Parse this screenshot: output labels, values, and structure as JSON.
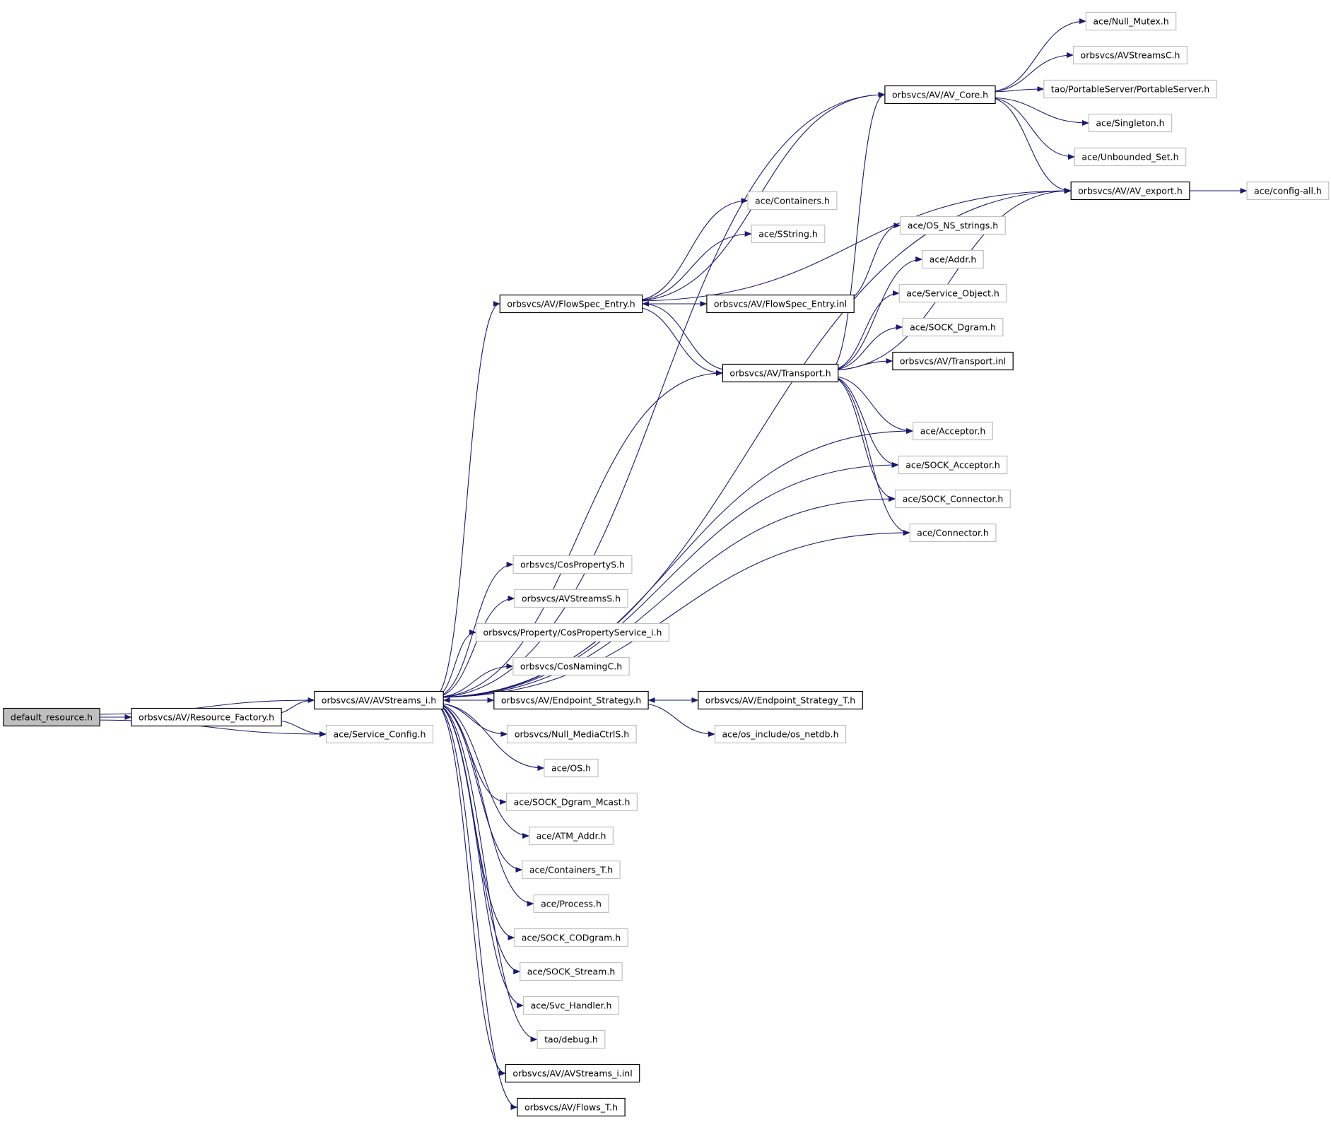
{
  "graph": {
    "nodes": [
      {
        "id": "default_resource",
        "label": "default_resource.h",
        "style": "root"
      },
      {
        "id": "resource_factory",
        "label": "orbsvcs/AV/Resource_Factory.h",
        "style": "internal"
      },
      {
        "id": "avstreams_i",
        "label": "orbsvcs/AV/AVStreams_i.h",
        "style": "internal"
      },
      {
        "id": "service_config",
        "label": "ace/Service_Config.h",
        "style": "external"
      },
      {
        "id": "av_core",
        "label": "orbsvcs/AV/AV_Core.h",
        "style": "internal"
      },
      {
        "id": "null_mutex",
        "label": "ace/Null_Mutex.h",
        "style": "external"
      },
      {
        "id": "avstreamsc",
        "label": "orbsvcs/AVStreamsC.h",
        "style": "external"
      },
      {
        "id": "portableserver",
        "label": "tao/PortableServer/PortableServer.h",
        "style": "external"
      },
      {
        "id": "singleton",
        "label": "ace/Singleton.h",
        "style": "external"
      },
      {
        "id": "unbounded_set",
        "label": "ace/Unbounded_Set.h",
        "style": "external"
      },
      {
        "id": "av_export",
        "label": "orbsvcs/AV/AV_export.h",
        "style": "internal"
      },
      {
        "id": "config_all",
        "label": "ace/config-all.h",
        "style": "external"
      },
      {
        "id": "containers",
        "label": "ace/Containers.h",
        "style": "external"
      },
      {
        "id": "sstring",
        "label": "ace/SString.h",
        "style": "external"
      },
      {
        "id": "os_ns_strings",
        "label": "ace/OS_NS_strings.h",
        "style": "external"
      },
      {
        "id": "addr",
        "label": "ace/Addr.h",
        "style": "external"
      },
      {
        "id": "flowspec_entry",
        "label": "orbsvcs/AV/FlowSpec_Entry.h",
        "style": "internal"
      },
      {
        "id": "flowspec_entry_inl",
        "label": "orbsvcs/AV/FlowSpec_Entry.inl",
        "style": "internal"
      },
      {
        "id": "service_object",
        "label": "ace/Service_Object.h",
        "style": "external"
      },
      {
        "id": "sock_dgram",
        "label": "ace/SOCK_Dgram.h",
        "style": "external"
      },
      {
        "id": "transport",
        "label": "orbsvcs/AV/Transport.h",
        "style": "internal"
      },
      {
        "id": "transport_inl",
        "label": "orbsvcs/AV/Transport.inl",
        "style": "internal"
      },
      {
        "id": "acceptor",
        "label": "ace/Acceptor.h",
        "style": "external"
      },
      {
        "id": "sock_acceptor",
        "label": "ace/SOCK_Acceptor.h",
        "style": "external"
      },
      {
        "id": "sock_connector",
        "label": "ace/SOCK_Connector.h",
        "style": "external"
      },
      {
        "id": "connector",
        "label": "ace/Connector.h",
        "style": "external"
      },
      {
        "id": "cospropertys",
        "label": "orbsvcs/CosPropertyS.h",
        "style": "external"
      },
      {
        "id": "avstreamss",
        "label": "orbsvcs/AVStreamsS.h",
        "style": "external"
      },
      {
        "id": "cospropertyservice_i",
        "label": "orbsvcs/Property/CosPropertyService_i.h",
        "style": "external"
      },
      {
        "id": "cosnamingc",
        "label": "orbsvcs/CosNamingC.h",
        "style": "external"
      },
      {
        "id": "endpoint_strategy",
        "label": "orbsvcs/AV/Endpoint_Strategy.h",
        "style": "internal"
      },
      {
        "id": "endpoint_strategy_t",
        "label": "orbsvcs/AV/Endpoint_Strategy_T.h",
        "style": "internal"
      },
      {
        "id": "null_mediactrls",
        "label": "orbsvcs/Null_MediaCtrlS.h",
        "style": "external"
      },
      {
        "id": "os_netdb",
        "label": "ace/os_include/os_netdb.h",
        "style": "external"
      },
      {
        "id": "os_h",
        "label": "ace/OS.h",
        "style": "external"
      },
      {
        "id": "sock_dgram_mcast",
        "label": "ace/SOCK_Dgram_Mcast.h",
        "style": "external"
      },
      {
        "id": "atm_addr",
        "label": "ace/ATM_Addr.h",
        "style": "external"
      },
      {
        "id": "containers_t",
        "label": "ace/Containers_T.h",
        "style": "external"
      },
      {
        "id": "process",
        "label": "ace/Process.h",
        "style": "external"
      },
      {
        "id": "sock_codgram",
        "label": "ace/SOCK_CODgram.h",
        "style": "external"
      },
      {
        "id": "sock_stream",
        "label": "ace/SOCK_Stream.h",
        "style": "external"
      },
      {
        "id": "svc_handler",
        "label": "ace/Svc_Handler.h",
        "style": "external"
      },
      {
        "id": "tao_debug",
        "label": "tao/debug.h",
        "style": "external"
      },
      {
        "id": "avstreams_i_inl",
        "label": "orbsvcs/AV/AVStreams_i.inl",
        "style": "internal"
      },
      {
        "id": "flows_t",
        "label": "orbsvcs/AV/Flows_T.h",
        "style": "internal"
      }
    ],
    "edges": [
      [
        "default_resource",
        "resource_factory"
      ],
      [
        "default_resource",
        "avstreams_i"
      ],
      [
        "default_resource",
        "service_config"
      ],
      [
        "resource_factory",
        "avstreams_i"
      ],
      [
        "resource_factory",
        "service_config"
      ],
      [
        "avstreams_i",
        "av_core"
      ],
      [
        "avstreams_i",
        "av_export"
      ],
      [
        "avstreams_i",
        "flowspec_entry"
      ],
      [
        "avstreams_i",
        "transport"
      ],
      [
        "avstreams_i",
        "acceptor"
      ],
      [
        "avstreams_i",
        "sock_acceptor"
      ],
      [
        "avstreams_i",
        "sock_connector"
      ],
      [
        "avstreams_i",
        "connector"
      ],
      [
        "avstreams_i",
        "cospropertys"
      ],
      [
        "avstreams_i",
        "avstreamss"
      ],
      [
        "avstreams_i",
        "cospropertyservice_i"
      ],
      [
        "avstreams_i",
        "cosnamingc"
      ],
      [
        "avstreams_i",
        "endpoint_strategy"
      ],
      [
        "avstreams_i",
        "null_mediactrls"
      ],
      [
        "avstreams_i",
        "os_h"
      ],
      [
        "avstreams_i",
        "sock_dgram_mcast"
      ],
      [
        "avstreams_i",
        "atm_addr"
      ],
      [
        "avstreams_i",
        "containers_t"
      ],
      [
        "avstreams_i",
        "process"
      ],
      [
        "avstreams_i",
        "sock_codgram"
      ],
      [
        "avstreams_i",
        "sock_stream"
      ],
      [
        "avstreams_i",
        "svc_handler"
      ],
      [
        "avstreams_i",
        "tao_debug"
      ],
      [
        "avstreams_i",
        "avstreams_i_inl"
      ],
      [
        "avstreams_i",
        "flows_t"
      ],
      [
        "av_core",
        "null_mutex"
      ],
      [
        "av_core",
        "avstreamsc"
      ],
      [
        "av_core",
        "portableserver"
      ],
      [
        "av_core",
        "singleton"
      ],
      [
        "av_core",
        "unbounded_set"
      ],
      [
        "av_core",
        "av_export"
      ],
      [
        "av_export",
        "config_all"
      ],
      [
        "flowspec_entry",
        "av_core"
      ],
      [
        "flowspec_entry",
        "containers"
      ],
      [
        "flowspec_entry",
        "sstring"
      ],
      [
        "flowspec_entry",
        "av_export"
      ],
      [
        "flowspec_entry",
        "flowspec_entry_inl"
      ],
      [
        "flowspec_entry",
        "transport"
      ],
      [
        "flowspec_entry_inl",
        "os_ns_strings"
      ],
      [
        "transport",
        "flowspec_entry"
      ],
      [
        "transport",
        "av_core"
      ],
      [
        "transport",
        "addr"
      ],
      [
        "transport",
        "service_object"
      ],
      [
        "transport",
        "sock_dgram"
      ],
      [
        "transport",
        "transport_inl"
      ],
      [
        "transport",
        "av_export"
      ],
      [
        "transport",
        "acceptor"
      ],
      [
        "transport",
        "sock_acceptor"
      ],
      [
        "transport",
        "sock_connector"
      ],
      [
        "transport",
        "connector"
      ],
      [
        "endpoint_strategy",
        "avstreams_i"
      ],
      [
        "endpoint_strategy",
        "endpoint_strategy_t"
      ],
      [
        "endpoint_strategy",
        "os_netdb"
      ],
      [
        "endpoint_strategy_t",
        "endpoint_strategy"
      ]
    ]
  },
  "colors": {
    "edge": "#191970",
    "internal_border": "#000000",
    "external_border": "#c0c0c0",
    "root_fill": "#bfbfbf",
    "node_fill": "#ffffff"
  }
}
